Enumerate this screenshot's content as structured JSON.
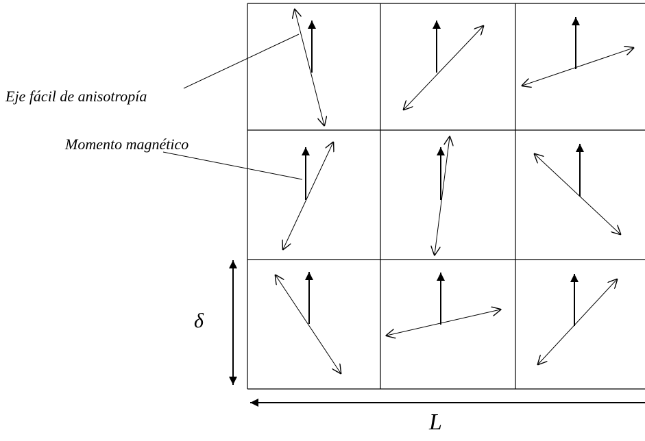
{
  "labels": {
    "easy_axis": "Eje fácil de anisotropía",
    "magnetic_moment": "Momento magnético",
    "delta": "δ",
    "length": "L"
  },
  "grid": {
    "rows": 3,
    "cols": 3,
    "cells": [
      {
        "row": 0,
        "col": 0,
        "easy_axis_angle_deg": 105
      },
      {
        "row": 0,
        "col": 1,
        "easy_axis_angle_deg": 43
      },
      {
        "row": 0,
        "col": 2,
        "easy_axis_angle_deg": 15
      },
      {
        "row": 1,
        "col": 0,
        "easy_axis_angle_deg": 66
      },
      {
        "row": 1,
        "col": 1,
        "easy_axis_angle_deg": 88
      },
      {
        "row": 1,
        "col": 2,
        "easy_axis_angle_deg": 139
      },
      {
        "row": 2,
        "col": 0,
        "easy_axis_angle_deg": 121
      },
      {
        "row": 2,
        "col": 1,
        "easy_axis_angle_deg": 12
      },
      {
        "row": 2,
        "col": 2,
        "easy_axis_angle_deg": 47
      }
    ]
  },
  "colors": {
    "line": "#000000",
    "background": "#ffffff"
  }
}
